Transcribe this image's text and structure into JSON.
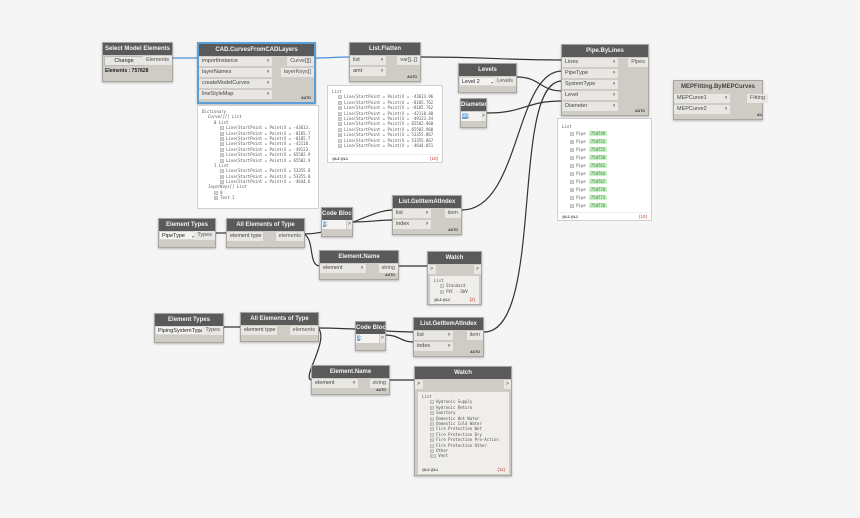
{
  "nodes": {
    "select_model": {
      "title": "Select Model Elements",
      "button": "Change",
      "output": "Elements",
      "info": "Elements : 757828"
    },
    "cad_curves": {
      "title": "CAD.CurvesFromCADLayers",
      "inputs": [
        "importInstance",
        "layerNames",
        "createModelCurves",
        "lineStyleMap"
      ],
      "outputs": [
        "Curve[][]",
        "layerKeys[]"
      ],
      "lacing": "AUTO"
    },
    "cad_preview": {
      "lines": [
        "Dictionary",
        "Curve[][] List",
        "0 List",
        "Line(StartPoint = Point(X = -43613.",
        "Line(StartPoint = Point(X = -8185.7",
        "Line(StartPoint = Point(X = -8185.7",
        "Line(StartPoint = Point(X = -42118.",
        "Line(StartPoint = Point(X = -49123.",
        "Line(StartPoint = Point(X = 65502.9",
        "Line(StartPoint = Point(X = 65502.9",
        "1 List",
        "Line(StartPoint = Point(X = 53355.8",
        "Line(StartPoint = Point(X = 53355.8",
        "Line(StartPoint = Point(X = -4644.6",
        "layerKeys[] List",
        "0",
        "Test 1"
      ]
    },
    "list_flatten": {
      "title": "List.Flatten",
      "inputs": [
        "list",
        "amt"
      ],
      "outputs": [
        "var[]..[]"
      ],
      "lacing": "AUTO"
    },
    "flatten_preview": {
      "header": "List",
      "items": [
        "Line(StartPoint = Point(X = -43613.96",
        "Line(StartPoint = Point(X = -8185.762",
        "Line(StartPoint = Point(X = -8185.762",
        "Line(StartPoint = Point(X = -42118.88",
        "Line(StartPoint = Point(X = -49123.44",
        "Line(StartPoint = Point(X = 65502.960",
        "Line(StartPoint = Point(X = 65502.960",
        "Line(StartPoint = Point(X = 53355.867",
        "Line(StartPoint = Point(X = 53355.867",
        "Line(StartPoint = Point(X = -4644.051"
      ],
      "footer": "@L2 @L1",
      "count": "{10}"
    },
    "levels": {
      "title": "Levels",
      "selected": "Level 2",
      "output": "Levels"
    },
    "diameter": {
      "title": "Diameter",
      "value_sel": "90",
      "value_rest": ";",
      "output": ">"
    },
    "pipe_bylines": {
      "title": "Pipe.ByLines",
      "inputs": [
        "Lines",
        "PipeType",
        "SystemType",
        "Level",
        "Diameter"
      ],
      "outputs": [
        "Pipes"
      ],
      "lacing": "AUTO"
    },
    "pipe_preview": {
      "header": "List",
      "items": [
        {
          "label": "Pipe",
          "id": "758749"
        },
        {
          "label": "Pipe",
          "id": "758752"
        },
        {
          "label": "Pipe",
          "id": "758755"
        },
        {
          "label": "Pipe",
          "id": "758758"
        },
        {
          "label": "Pipe",
          "id": "758761"
        },
        {
          "label": "Pipe",
          "id": "758764"
        },
        {
          "label": "Pipe",
          "id": "758767"
        },
        {
          "label": "Pipe",
          "id": "758770"
        },
        {
          "label": "Pipe",
          "id": "758773"
        },
        {
          "label": "Pipe",
          "id": "758776"
        }
      ],
      "footer": "@L2 @L1",
      "count": "{10}"
    },
    "mep_fitting": {
      "title": "MEPFitting.ByMEPCurves",
      "inputs": [
        "MEPCurve1",
        "MEPCurve2"
      ],
      "outputs": [
        "Fitting"
      ],
      "lacing": "AU"
    },
    "elem_types_1": {
      "title": "Element Types",
      "selected": "PipeType",
      "output": "Types"
    },
    "all_elems_1": {
      "title": "All Elements of Type",
      "inputs": [
        "element type"
      ],
      "outputs": [
        "elements"
      ]
    },
    "code_block_1": {
      "title": "Code Block",
      "value_sel": "0",
      "value_rest": ";",
      "output": ">"
    },
    "get_item_1": {
      "title": "List.GetItemAtIndex",
      "inputs": [
        "list",
        "index"
      ],
      "outputs": [
        "item"
      ],
      "lacing": "AUTO"
    },
    "elem_name_1": {
      "title": "Element.Name",
      "inputs": [
        "element"
      ],
      "outputs": [
        "string"
      ],
      "lacing": "AUTO"
    },
    "watch_1": {
      "title": "Watch",
      "in": ">",
      "out": ">",
      "header": "List",
      "items": [
        "Standard",
        "PVC - DWV"
      ],
      "footer": "@L2 @L1",
      "count": "{2}"
    },
    "elem_types_2": {
      "title": "Element Types",
      "selected": "PipingSystemType",
      "output": "Types"
    },
    "all_elems_2": {
      "title": "All Elements of Type",
      "inputs": [
        "element type"
      ],
      "outputs": [
        "elements"
      ]
    },
    "code_block_2": {
      "title": "Code Block",
      "value_sel": "3",
      "value_rest": ";",
      "output": ">"
    },
    "get_item_2": {
      "title": "List.GetItemAtIndex",
      "inputs": [
        "list",
        "index"
      ],
      "outputs": [
        "item"
      ],
      "lacing": "AUTO"
    },
    "elem_name_2": {
      "title": "Element.Name",
      "inputs": [
        "element"
      ],
      "outputs": [
        "string"
      ],
      "lacing": "AUTO"
    },
    "watch_2": {
      "title": "Watch",
      "in": ">",
      "out": ">",
      "header": "List",
      "items": [
        "Hydronic Supply",
        "Hydronic Return",
        "Sanitary",
        "Domestic Hot Water",
        "Domestic Cold Water",
        "Fire Protection Wet",
        "Fire Protection Dry",
        "Fire Protection Pre-Action",
        "Fire Protection Other",
        "Other",
        "Vent"
      ],
      "footer": "@L2 @L1",
      "count": "{11}"
    }
  },
  "colors": {
    "canvas": "#f5f5f5",
    "node_body": "#cfccc6",
    "node_title": "#5a5a5a",
    "selected_border": "#5aa0d8",
    "wire": "#333333",
    "selected_wire": "#4a90d9",
    "pipe_id_highlight": "#c9f2c4",
    "count_red": "#c0392b"
  }
}
